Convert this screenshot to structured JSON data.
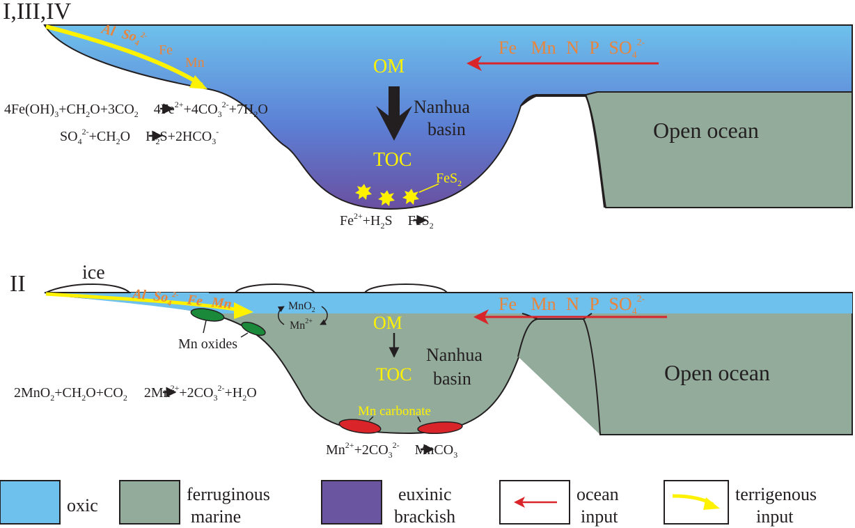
{
  "colors": {
    "oxic": "#6ec1ec",
    "ferruginous": "#93ab9b",
    "euxinic": "#6a55a0",
    "ocean_input_arrow": "#d9252a",
    "terrigenous_arrow": "#fff200",
    "label_orange": "#e8843c",
    "label_yellow": "#fff200"
  },
  "top_panel": {
    "stage_label": "I,III,IV",
    "terrigenous_labels": {
      "al": "Al",
      "so4": "So",
      "so4_sub": "4",
      "so4_sup": "2-",
      "fe": "Fe",
      "mn": "Mn"
    },
    "ocean_input_label": {
      "fe": "Fe",
      "mn": "Mn",
      "n": "N",
      "p": "P",
      "so4": "SO",
      "so4_sub": "4",
      "so4_sup": "2-"
    },
    "om": "OM",
    "toc": "TOC",
    "basin_line1": "Nanhua",
    "basin_line2": "basin",
    "open_ocean": "Open ocean",
    "fes2_label": "FeS",
    "fes2_sub": "2",
    "eq1": {
      "a": "4Fe(OH)",
      "a_sub": "3",
      "b": "+CH",
      "b_sub": "2",
      "c": "O+3CO",
      "c_sub": "2",
      "d": "4Fe",
      "d_sup": "2+",
      "e": "+4CO",
      "e_sub": "3",
      "e_sup": "2-",
      "f": "+7H",
      "f_sub": "2",
      "g": "O"
    },
    "eq2": {
      "a": "SO",
      "a_sub": "4",
      "a_sup": "2-",
      "b": "+CH",
      "b_sub": "2",
      "c": "O",
      "d": "H",
      "d_sub": "2",
      "e": "S+2HCO",
      "e_sub": "3",
      "e_sup": "-"
    },
    "eq3": {
      "a": "Fe",
      "a_sup": "2+",
      "b": "+H",
      "b_sub": "2",
      "c": "S",
      "d": "FeS",
      "d_sub": "2"
    }
  },
  "bottom_panel": {
    "stage_label": "II",
    "ice_label": "ice",
    "terrigenous_labels": {
      "al": "Al",
      "so4": "So",
      "so4_sub": "4",
      "so4_sup": "2-",
      "fe": "Fe",
      "mn": "Mn"
    },
    "ocean_input_label": {
      "fe": "Fe",
      "mn": "Mn",
      "n": "N",
      "p": "P",
      "so4": "SO",
      "so4_sub": "4",
      "so4_sup": "2-"
    },
    "mno2": "MnO",
    "mno2_sub": "2",
    "mn2": "Mn",
    "mn2_sup": "2+",
    "mn_oxides": "Mn oxides",
    "om": "OM",
    "toc": "TOC",
    "basin_line1": "Nanhua",
    "basin_line2": "basin",
    "open_ocean": "Open ocean",
    "mn_carbonate": "Mn carbonate",
    "eq1": {
      "a": "2MnO",
      "a_sub": "2",
      "b": "+CH",
      "b_sub": "2",
      "c": "O+CO",
      "c_sub": "2",
      "d": "2Mn",
      "d_sup": "2+",
      "e": "+2CO",
      "e_sub": "3",
      "e_sup": "2-",
      "f": "+H",
      "f_sub": "2",
      "g": "O"
    },
    "eq2": {
      "a": "Mn",
      "a_sup": "2+",
      "b": "+2CO",
      "b_sub": "3",
      "b_sup": "2-",
      "c": "MnCO",
      "c_sub": "3"
    }
  },
  "legend": [
    {
      "line1": "oxic",
      "line2": ""
    },
    {
      "line1": "ferruginous",
      "line2": "marine"
    },
    {
      "line1": "euxinic",
      "line2": "brackish"
    },
    {
      "line1": "ocean",
      "line2": "input"
    },
    {
      "line1": "terrigenous",
      "line2": "input"
    }
  ]
}
